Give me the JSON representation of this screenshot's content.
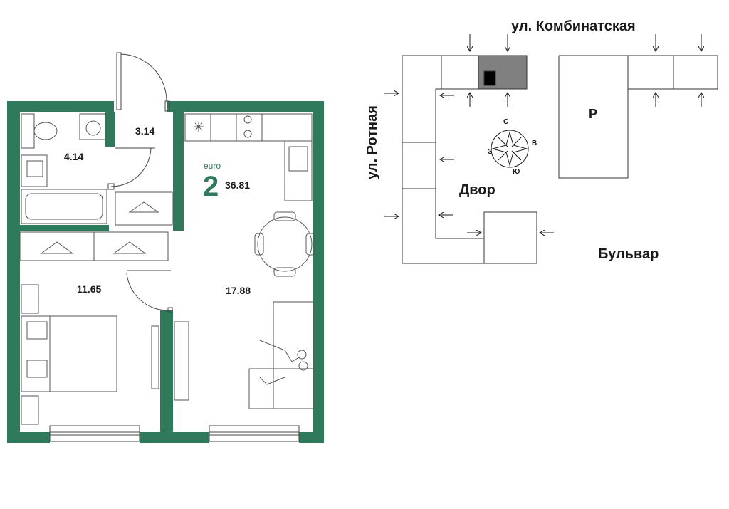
{
  "plan": {
    "flat_type": "euro",
    "rooms": "2",
    "total_area": "36.81",
    "rooms_list": [
      {
        "name": "hallway",
        "area": "3.14"
      },
      {
        "name": "bathroom",
        "area": "4.14"
      },
      {
        "name": "bedroom",
        "area": "11.65"
      },
      {
        "name": "kitchen-living",
        "area": "17.88"
      }
    ],
    "wall_color": "#2f7a5b"
  },
  "site": {
    "street_top": "ул. Комбинатская",
    "street_left": "ул. Ротная",
    "courtyard": "Двор",
    "boulevard": "Бульвар",
    "parking": "Р",
    "compass": {
      "north": "С",
      "east": "В",
      "south": "Ю",
      "west": "З"
    },
    "highlight_color": "#808080"
  }
}
